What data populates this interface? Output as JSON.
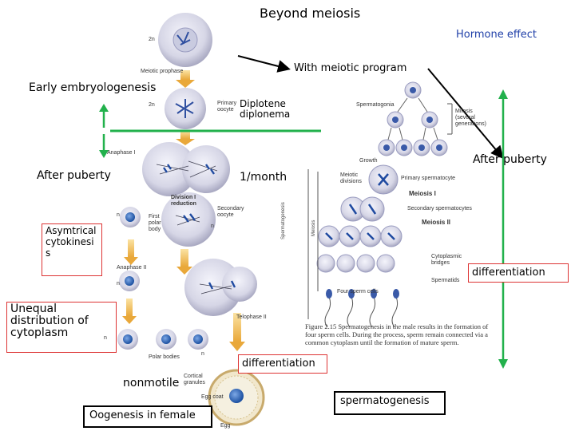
{
  "title": "Beyond meiosis",
  "hormone_effect": "Hormone effect",
  "with_meiotic_program": "With meiotic program",
  "early_embryogenesis": "Early embryologenesis",
  "diplotene_diplonema": "Diplotene diplonema",
  "after_puberty_left": "After puberty",
  "per_month": "1/month",
  "after_puberty_right": "After puberty",
  "asymmetrical_cytokinesis": "Asymtrical cytokinesi s",
  "differentiation_right": "differentiation",
  "unequal_distribution": "Unequal distribution of cytoplasm",
  "differentiation_center": "differentiation",
  "nonmotile": "nonmotile",
  "oogenesis_in_female": "Oogenesis in female",
  "spermatogenesis": "spermatogenesis",
  "figure_caption": "Figure 2.15  Spermatogenesis in the male results in the formation of four sperm cells. During the process, sperm remain connected via a common cytoplasm until the formation of mature sperm.",
  "oogenesis_labels": {
    "two_n_top": "2n",
    "meiotic_prophase": "Meiotic prophase",
    "primary_oocyte": "Primary oocyte",
    "two_n_mid": "2n",
    "anaphase_1": "Anaphase I",
    "division_1": "Division I reduction",
    "secondary_oocyte": "Secondary oocyte",
    "first_polar_body": "First polar body",
    "n1": "n",
    "n2": "n",
    "anaphase_2": "Anaphase II",
    "n3": "n",
    "telophase_2": "Telophase II",
    "n4": "n",
    "polar_bodies": "Polar bodies",
    "n5": "n",
    "egg_coat": "Egg coat",
    "egg": "Egg",
    "cortical_granules": "Cortical granules"
  },
  "spermatogenesis_labels": {
    "spermatogonia": "Spermatogonia",
    "mitosis": "Mitosis (several generations)",
    "growth": "Growth",
    "meiotic_divisions": "Meiotic divisions",
    "primary_spermatocyte": "Primary spermatocyte",
    "meiosis_1": "Meiosis I",
    "secondary_spermatocytes": "Secondary spermatocytes",
    "meiosis_2": "Meiosis II",
    "spermatogenesis_axis": "Spermatogenesis",
    "meiosis_axis": "Meiosis",
    "cytoplasmic_bridges": "Cytoplasmic bridges",
    "spermatids": "Spermatids",
    "four_sperm_cells": "Four sperm cells"
  },
  "colors": {
    "green": "#22b14c",
    "red_border": "#d33333",
    "hormone_blue": "#1f3fa8",
    "arrow_black": "#000000"
  }
}
